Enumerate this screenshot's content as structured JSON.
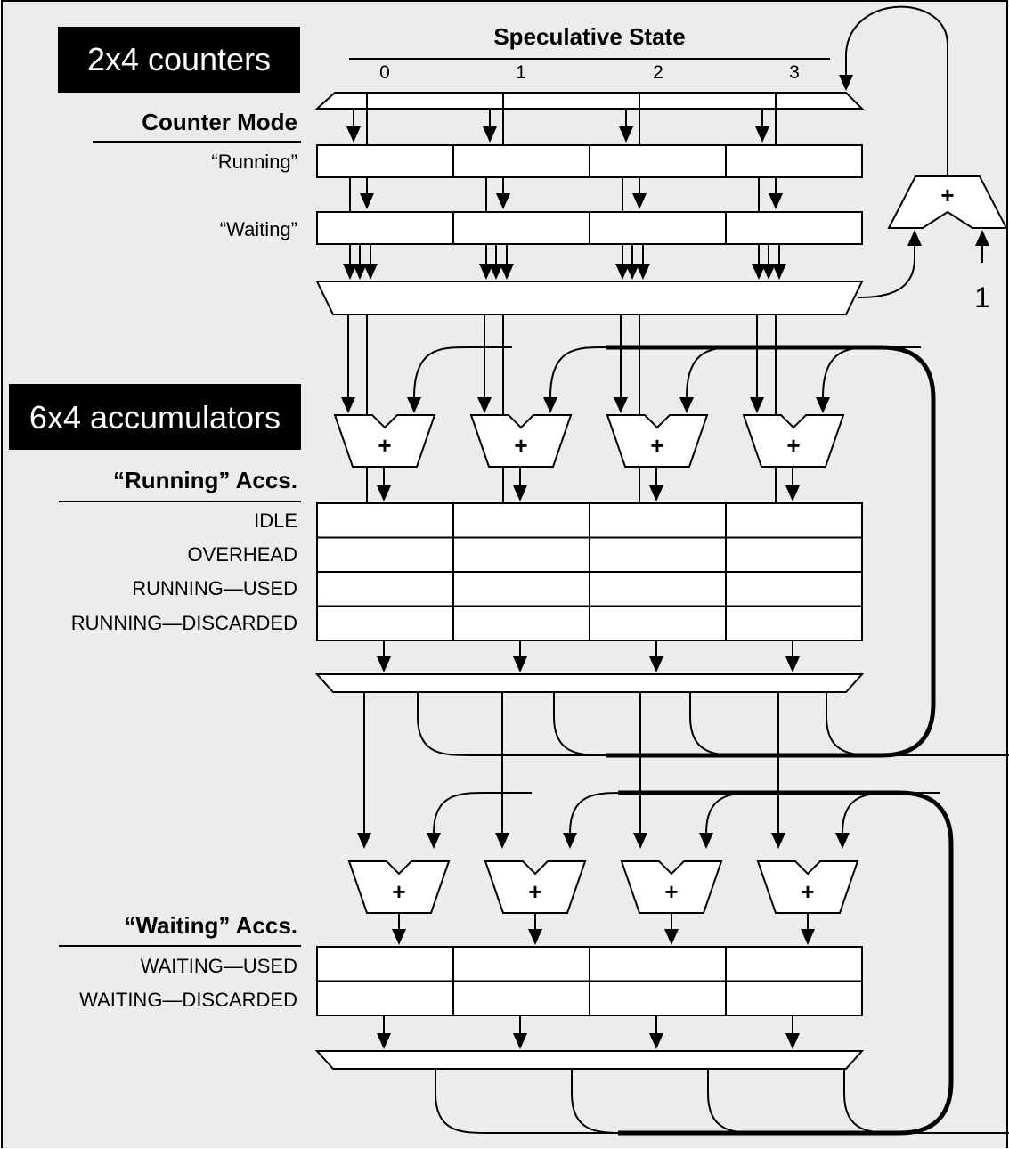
{
  "counters_title": "2x4 counters",
  "accumulators_title": "6x4 accumulators",
  "speculative_state": {
    "title": "Speculative State",
    "columns": [
      "0",
      "1",
      "2",
      "3"
    ]
  },
  "counter_mode": {
    "heading": "Counter Mode",
    "rows": [
      "“Running”",
      "“Waiting”"
    ]
  },
  "running_accs": {
    "heading": "“Running” Accs.",
    "rows": [
      "IDLE",
      "OVERHEAD",
      "RUNNING—USED",
      "RUNNING—DISCARDED"
    ]
  },
  "waiting_accs": {
    "heading": "“Waiting” Accs.",
    "rows": [
      "WAITING—USED",
      "WAITING—DISCARDED"
    ]
  },
  "adder_symbol": "+",
  "increment_value": "1",
  "colors": {
    "background": "#ececec",
    "ink": "#000000",
    "label_bg": "#000000",
    "label_text": "#ffffff"
  }
}
